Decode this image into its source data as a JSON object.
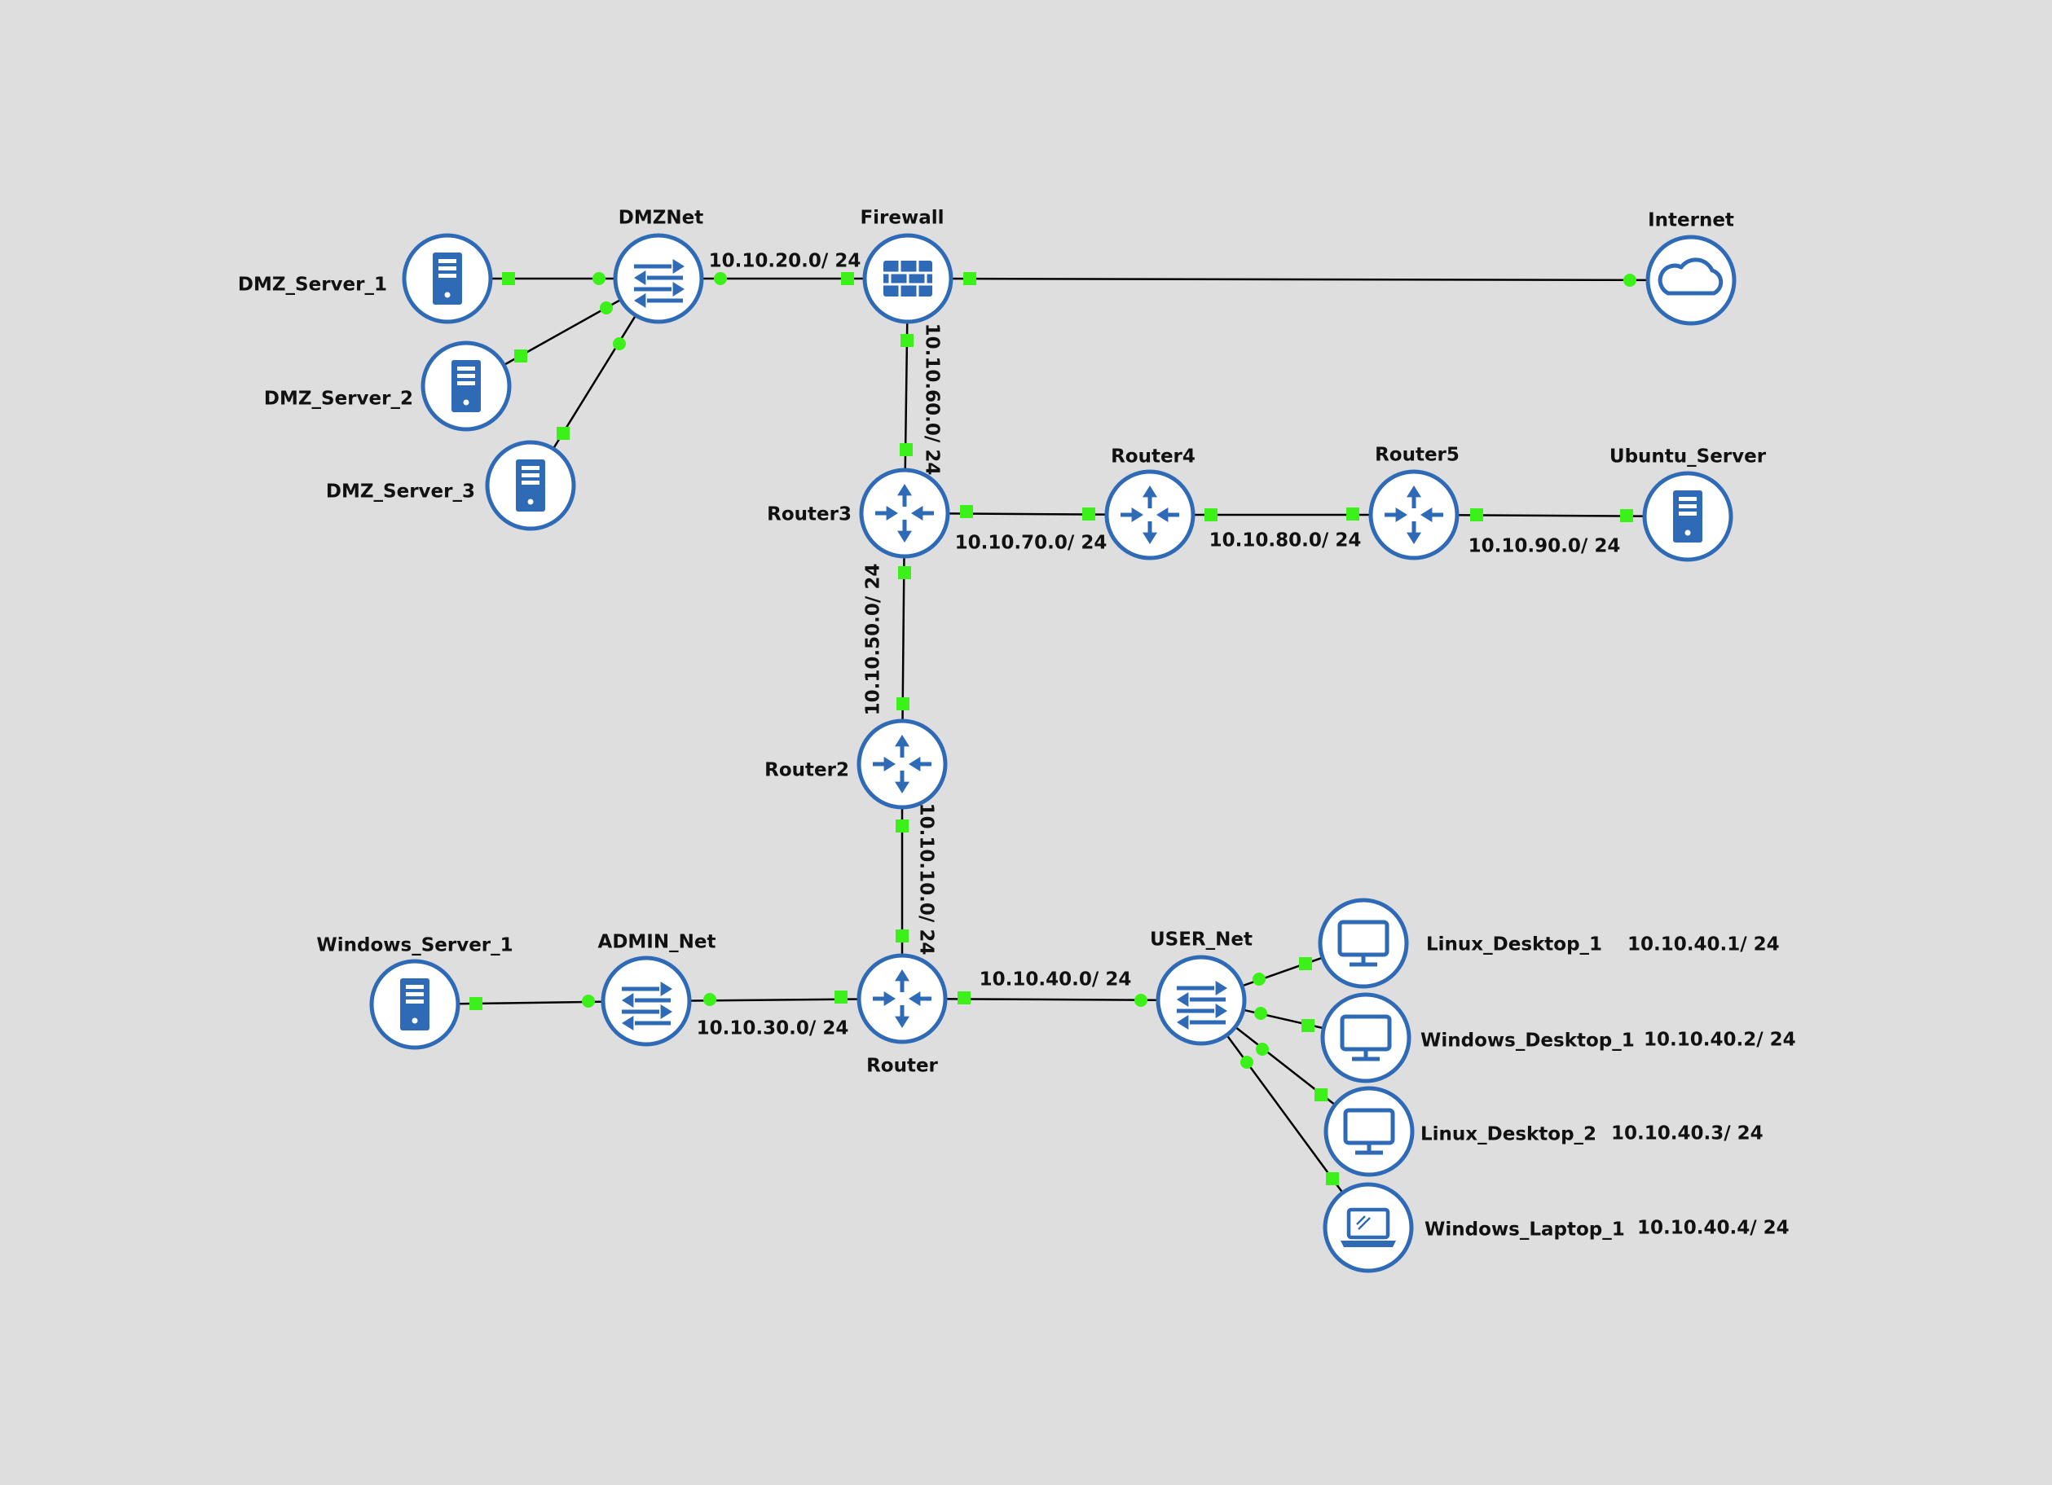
{
  "colors": {
    "background": "#dedede",
    "icon_blue": "#2f6ab7",
    "icon_fill": "#ffffff",
    "port_green": "#3cf01a",
    "link": "#000000"
  },
  "nodes": [
    {
      "id": "dmz_server_1",
      "label": "DMZ_Server_1",
      "type": "server"
    },
    {
      "id": "dmz_server_2",
      "label": "DMZ_Server_2",
      "type": "server"
    },
    {
      "id": "dmz_server_3",
      "label": "DMZ_Server_3",
      "type": "server"
    },
    {
      "id": "dmznet",
      "label": "DMZNet",
      "type": "switch"
    },
    {
      "id": "firewall",
      "label": "Firewall",
      "type": "firewall"
    },
    {
      "id": "internet",
      "label": "Internet",
      "type": "cloud"
    },
    {
      "id": "router3",
      "label": "Router3",
      "type": "router"
    },
    {
      "id": "router4",
      "label": "Router4",
      "type": "router"
    },
    {
      "id": "router5",
      "label": "Router5",
      "type": "router"
    },
    {
      "id": "ubuntu_server",
      "label": "Ubuntu_Server",
      "type": "server"
    },
    {
      "id": "router2",
      "label": "Router2",
      "type": "router"
    },
    {
      "id": "router",
      "label": "Router",
      "type": "router"
    },
    {
      "id": "admin_net",
      "label": "ADMIN_Net",
      "type": "switch"
    },
    {
      "id": "windows_server_1",
      "label": "Windows_Server_1",
      "type": "server"
    },
    {
      "id": "user_net",
      "label": "USER_Net",
      "type": "switch"
    },
    {
      "id": "linux_desktop_1",
      "label": "Linux_Desktop_1",
      "type": "desktop",
      "ip": "10.10.40.1/ 24"
    },
    {
      "id": "windows_desktop_1",
      "label": "Windows_Desktop_1",
      "type": "desktop",
      "ip": "10.10.40.2/ 24"
    },
    {
      "id": "linux_desktop_2",
      "label": "Linux_Desktop_2",
      "type": "desktop",
      "ip": "10.10.40.3/ 24"
    },
    {
      "id": "windows_laptop_1",
      "label": "Windows_Laptop_1",
      "type": "laptop",
      "ip": "10.10.40.4/ 24"
    }
  ],
  "links": [
    {
      "from": "dmz_server_1",
      "to": "dmznet",
      "label": ""
    },
    {
      "from": "dmz_server_2",
      "to": "dmznet",
      "label": ""
    },
    {
      "from": "dmz_server_3",
      "to": "dmznet",
      "label": ""
    },
    {
      "from": "dmznet",
      "to": "firewall",
      "label": "10.10.20.0/ 24"
    },
    {
      "from": "firewall",
      "to": "internet",
      "label": ""
    },
    {
      "from": "firewall",
      "to": "router3",
      "label": "10.10.60.0/ 24"
    },
    {
      "from": "router3",
      "to": "router4",
      "label": "10.10.70.0/ 24"
    },
    {
      "from": "router4",
      "to": "router5",
      "label": "10.10.80.0/ 24"
    },
    {
      "from": "router5",
      "to": "ubuntu_server",
      "label": "10.10.90.0/ 24"
    },
    {
      "from": "router3",
      "to": "router2",
      "label": "10.10.50.0/ 24"
    },
    {
      "from": "router2",
      "to": "router",
      "label": "10.10.10.0/ 24"
    },
    {
      "from": "windows_server_1",
      "to": "admin_net",
      "label": ""
    },
    {
      "from": "admin_net",
      "to": "router",
      "label": "10.10.30.0/ 24"
    },
    {
      "from": "router",
      "to": "user_net",
      "label": "10.10.40.0/ 24"
    },
    {
      "from": "user_net",
      "to": "linux_desktop_1",
      "label": ""
    },
    {
      "from": "user_net",
      "to": "windows_desktop_1",
      "label": ""
    },
    {
      "from": "user_net",
      "to": "linux_desktop_2",
      "label": ""
    },
    {
      "from": "user_net",
      "to": "windows_laptop_1",
      "label": ""
    }
  ]
}
